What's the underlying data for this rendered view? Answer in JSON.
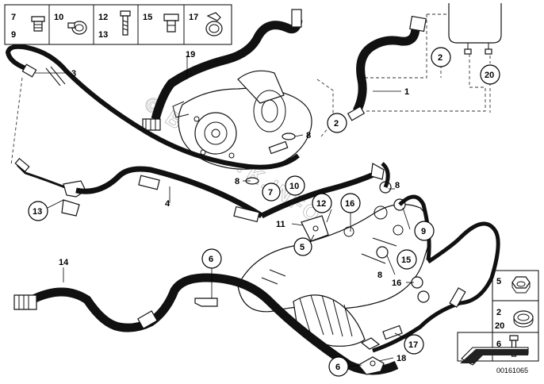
{
  "legend_top": [
    {
      "top": "7",
      "bottom": "9"
    },
    {
      "top": "10",
      "bottom": ""
    },
    {
      "top": "12",
      "bottom": "13"
    },
    {
      "top": "15",
      "bottom": ""
    },
    {
      "top": "17",
      "bottom": ""
    }
  ],
  "legend_right": [
    {
      "top": "5",
      "bottom": ""
    },
    {
      "top": "2",
      "bottom": "20"
    },
    {
      "top": "6",
      "bottom": ""
    }
  ],
  "labels": {
    "l1": "1",
    "l3": "3",
    "l4": "4",
    "l8a": "8",
    "l8b": "8",
    "l8c": "8",
    "l8d": "8",
    "l11": "11",
    "l14": "14",
    "l16b": "16",
    "l18": "18",
    "l19": "19"
  },
  "callouts": {
    "c2a": "2",
    "c2b": "2",
    "c20": "20",
    "c13": "13",
    "c7": "7",
    "c10": "10",
    "c12": "12",
    "c16": "16",
    "c5": "5",
    "c9": "9",
    "c15": "15",
    "c6a": "6",
    "c6b": "6",
    "c17": "17"
  },
  "watermark": "© BMW-ETK.INFO",
  "diagram_code": "00161065"
}
